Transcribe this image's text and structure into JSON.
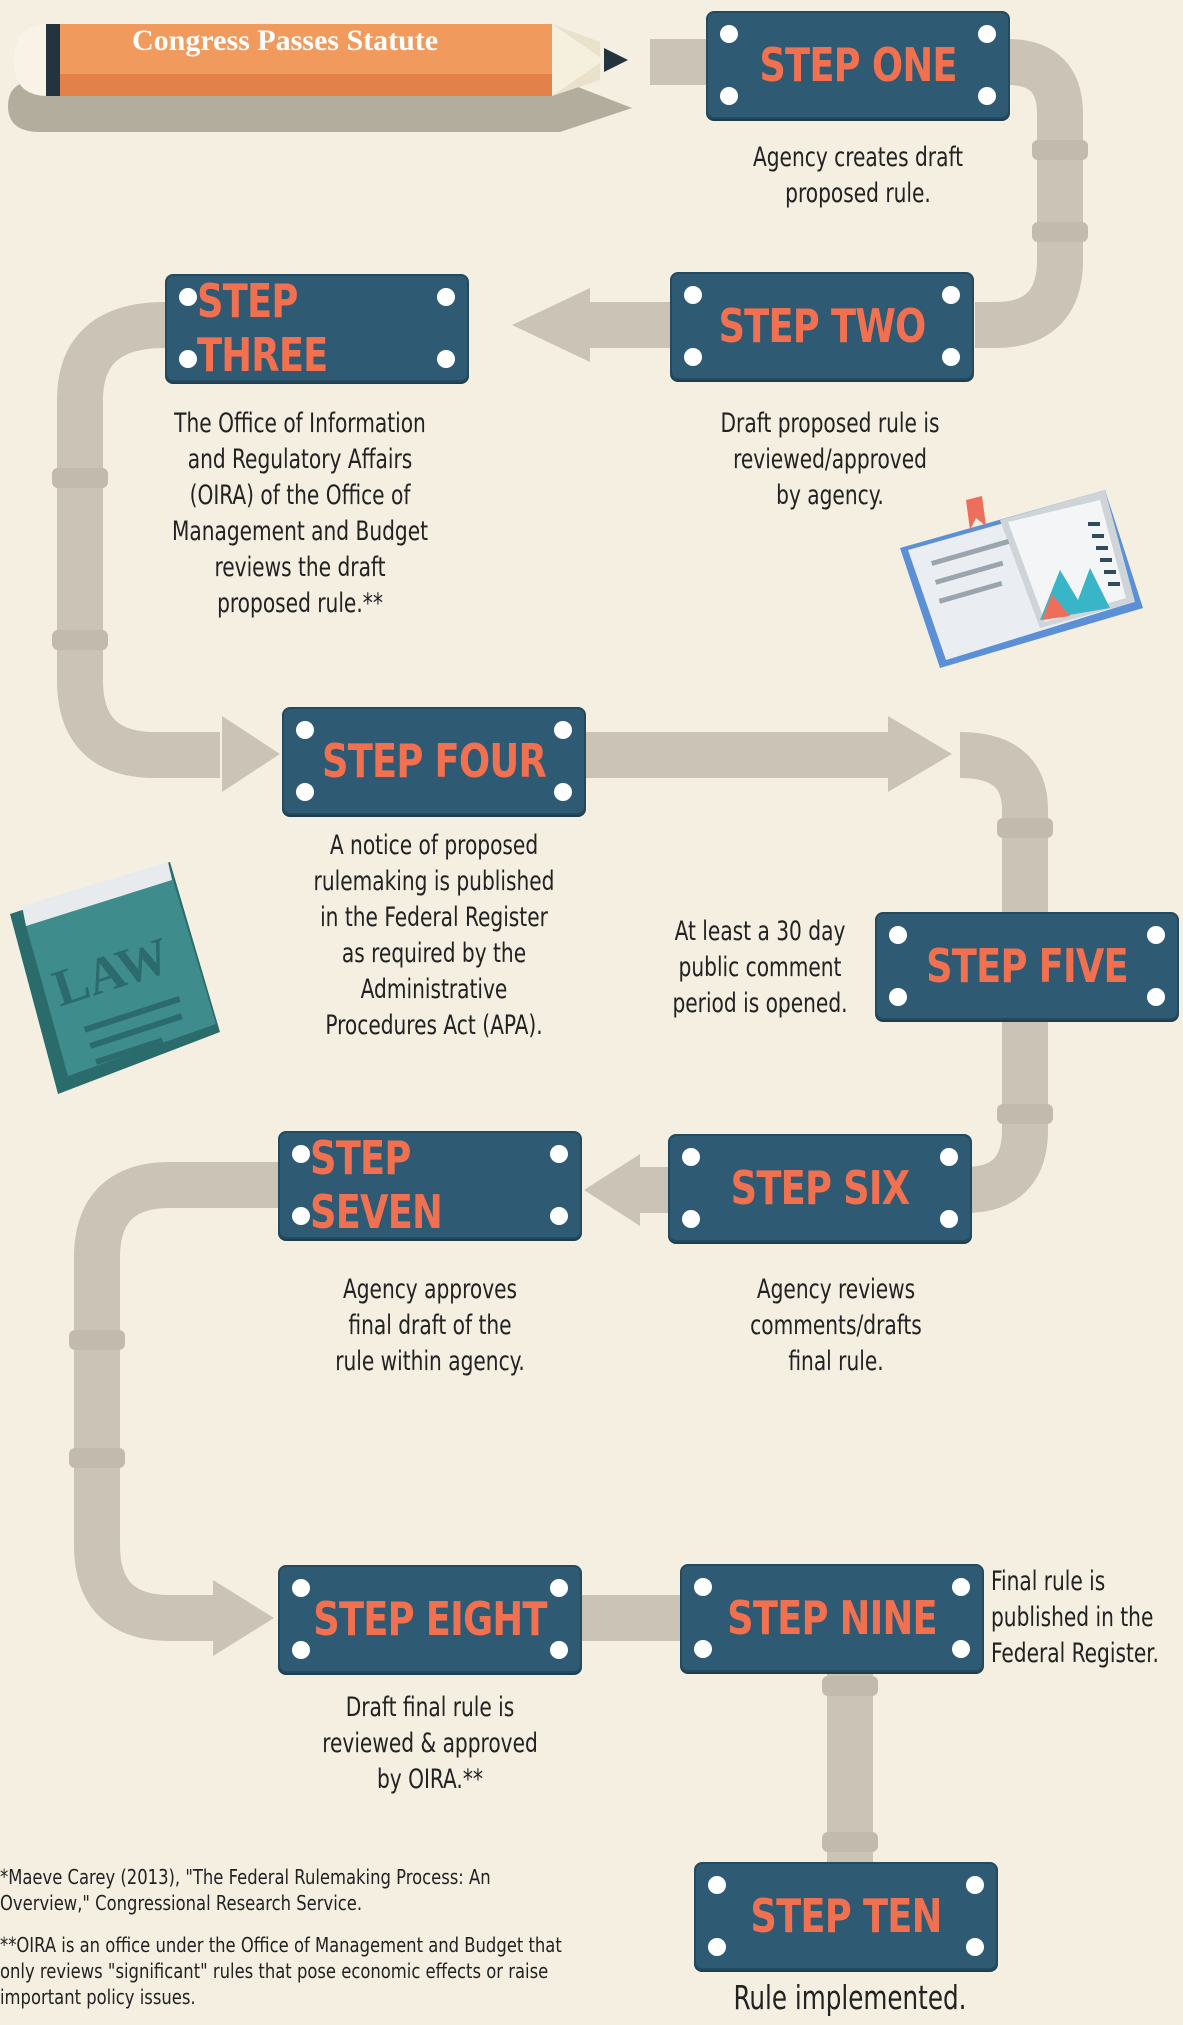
{
  "header": {
    "pencil_text": "Congress Passes Statute"
  },
  "steps": [
    {
      "label": "STEP ONE",
      "desc": "Agency creates draft\nproposed rule."
    },
    {
      "label": "STEP TWO",
      "desc": "Draft proposed rule is\nreviewed/approved\nby agency."
    },
    {
      "label": "STEP THREE",
      "desc": "The Office of Information\nand Regulatory Affairs\n(OIRA) of the Office of\nManagement and Budget\nreviews the draft\nproposed rule.**"
    },
    {
      "label": "STEP FOUR",
      "desc": "A notice of proposed\nrulemaking is published\nin the Federal Register\nas required by the\nAdministrative\nProcedures Act (APA)."
    },
    {
      "label": "STEP FIVE",
      "desc": "At least a 30 day\npublic comment\nperiod is opened."
    },
    {
      "label": "STEP SIX",
      "desc": "Agency reviews\ncomments/drafts\nfinal rule."
    },
    {
      "label": "STEP SEVEN",
      "desc": "Agency approves\nfinal draft of the\nrule within agency."
    },
    {
      "label": "STEP EIGHT",
      "desc": "Draft final rule is\nreviewed & approved\nby OIRA.**"
    },
    {
      "label": "STEP NINE",
      "desc": "Final rule is\npublished in the\nFederal Register."
    },
    {
      "label": "STEP TEN",
      "desc": "Rule implemented."
    }
  ],
  "law_book": {
    "title": "LAW"
  },
  "footnotes": {
    "source": "*Maeve Carey (2013), \"The Federal Rulemaking Process: An\nOverview,\" Congressional Research Service.",
    "oira": "**OIRA is an office under the Office of Management and Budget that\nonly reviews \"significant\" rules that pose economic effects or raise\nimportant policy issues."
  },
  "colors": {
    "background": "#f4efe1",
    "plate": "#2f5a73",
    "plate_text": "#f0704f",
    "pipe": "#cbc4b6",
    "pencil": "#f19a5e"
  }
}
